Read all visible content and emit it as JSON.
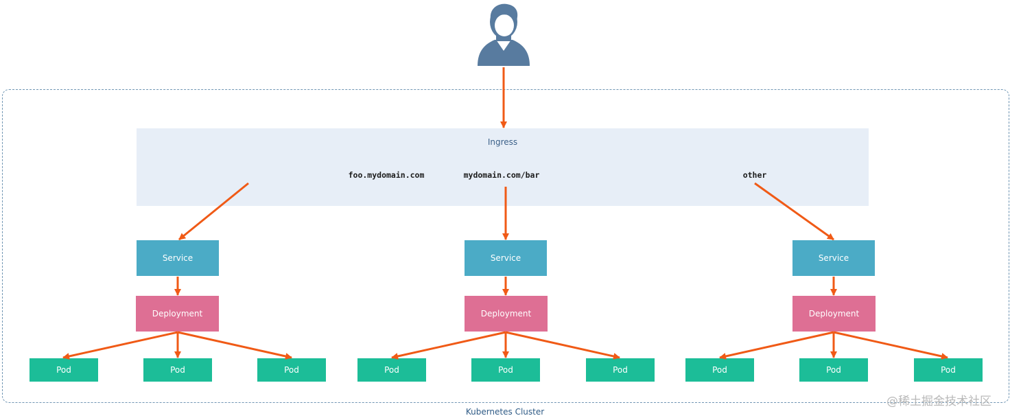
{
  "ingress": {
    "title": "Ingress",
    "routes": [
      "foo.mydomain.com",
      "mydomain.com/bar",
      "other"
    ]
  },
  "service_label": "Service",
  "deployment_label": "Deployment",
  "pod_label": "Pod",
  "cluster_label": "Kubernetes Cluster",
  "watermark": "@稀土掘金技术社区",
  "user_icon": "user-icon",
  "colors": {
    "arrow": "#f05a16",
    "service": "#4babc6",
    "deployment": "#de6f94",
    "pod": "#1cbd98",
    "ingress": "#e7eef7",
    "user": "#587b9f"
  }
}
